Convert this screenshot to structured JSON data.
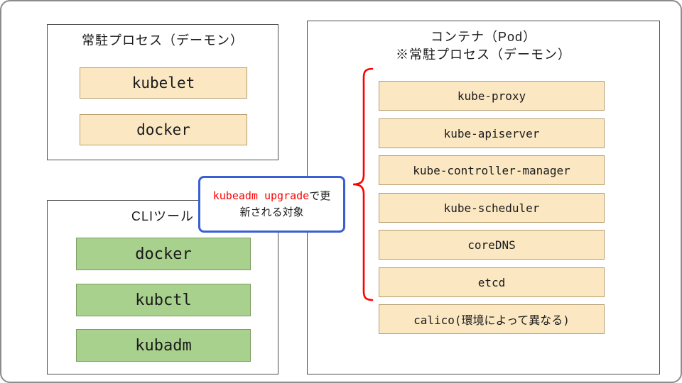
{
  "colors": {
    "canvas_border": "#8c8c8c",
    "group_border": "#4d4d4d",
    "yellow_fill": "#fbe8c3",
    "yellow_border": "#b79c6b",
    "green_fill": "#a9d18e",
    "green_border": "#7d9d62",
    "callout_border": "#3a5fd3",
    "callout_highlight": "#ff0000",
    "brace_color": "#ff0000"
  },
  "daemon_group": {
    "title": "常駐プロセス（デーモン）",
    "items": [
      "kubelet",
      "docker"
    ]
  },
  "cli_group": {
    "title": "CLIツール",
    "items": [
      "docker",
      "kubctl",
      "kubadm"
    ]
  },
  "pod_group": {
    "title_line1": "コンテナ（Pod）",
    "title_line2": "※常駐プロセス（デーモン）",
    "items": [
      "kube-proxy",
      "kube-apiserver",
      "kube-controller-manager",
      "kube-scheduler",
      "coreDNS",
      "etcd",
      "calico(環境によって異なる)"
    ]
  },
  "callout": {
    "highlight": "kubeadm upgrade",
    "line1_rest": "で更",
    "line2": "新される対象"
  }
}
